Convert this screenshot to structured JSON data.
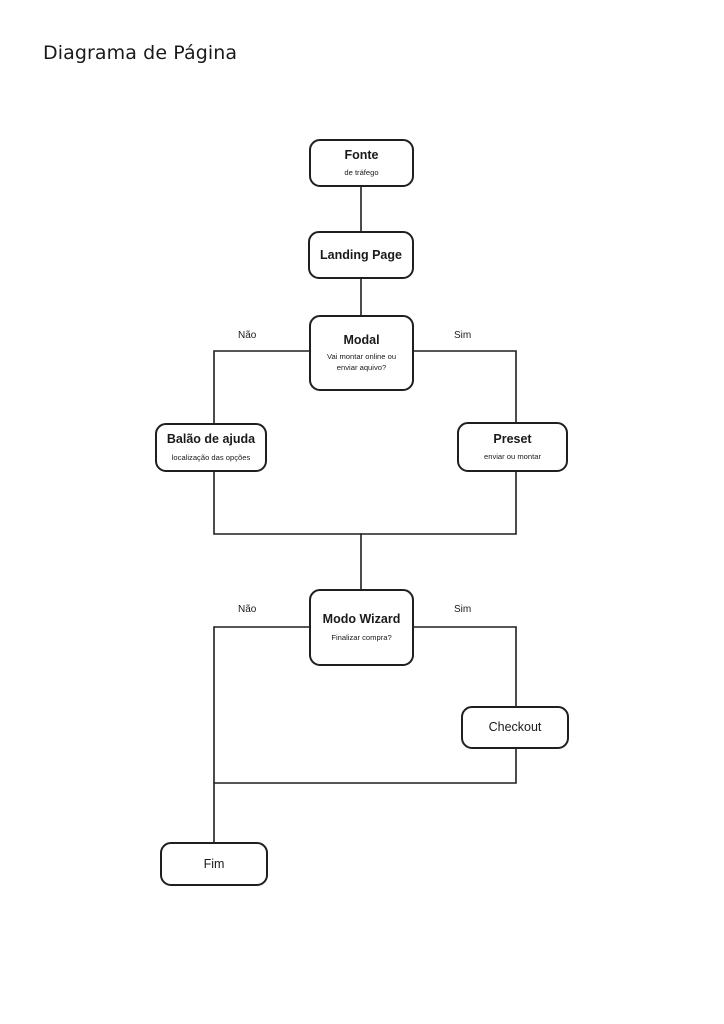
{
  "title": "Diagrama de Página",
  "nodes": {
    "fonte": {
      "title": "Fonte",
      "sub": "de tráfego"
    },
    "landing": {
      "title": "Landing Page"
    },
    "modal": {
      "title": "Modal",
      "sub": "Vai montar online ou enviar aquivo?"
    },
    "balao": {
      "title": "Balão de ajuda",
      "sub": "localização das opções"
    },
    "preset": {
      "title": "Preset",
      "sub": "enviar ou montar"
    },
    "wizard": {
      "title": "Modo Wizard",
      "sub": "Finalizar compra?"
    },
    "checkout": {
      "title": "Checkout"
    },
    "fim": {
      "title": "Fim"
    }
  },
  "edge_labels": {
    "modal_no": "Não",
    "modal_yes": "Sim",
    "wizard_no": "Não",
    "wizard_yes": "Sim"
  }
}
